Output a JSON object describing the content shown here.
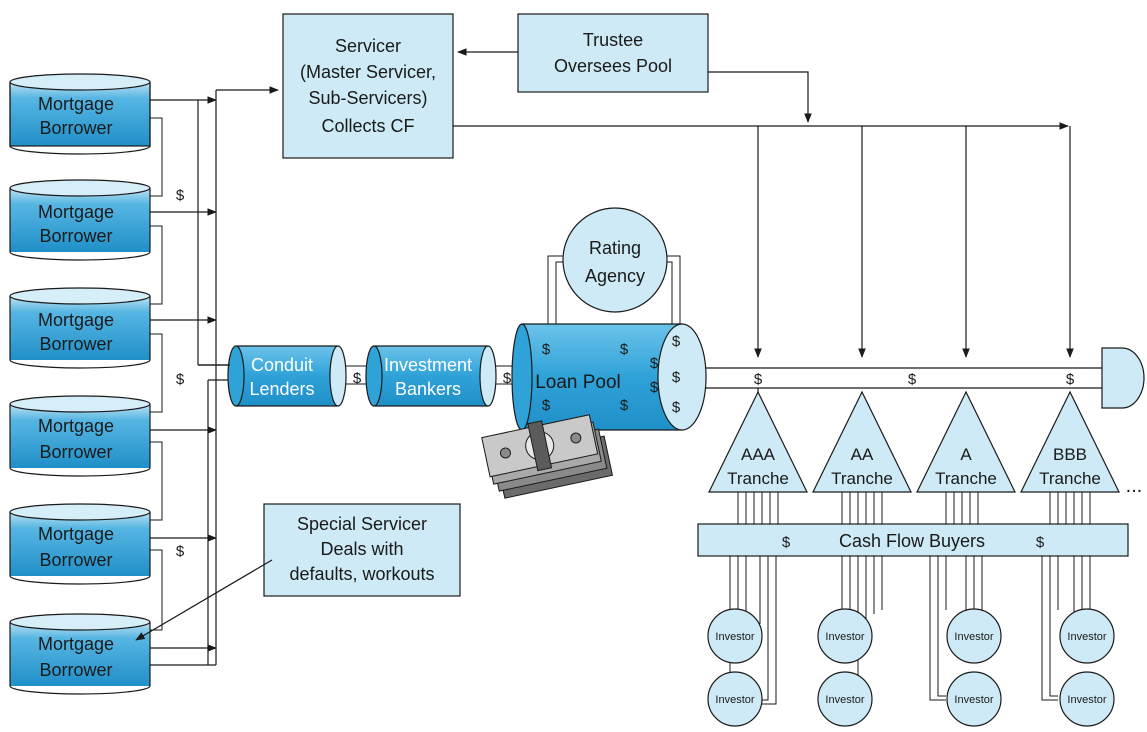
{
  "borrower_label": [
    "Mortgage",
    "Borrower"
  ],
  "servicer": [
    "Servicer",
    "(Master Servicer,",
    "Sub-Servicers)",
    "Collects CF"
  ],
  "trustee": [
    "Trustee",
    "Oversees Pool"
  ],
  "special_servicer": [
    "Special Servicer",
    "Deals with",
    "defaults, workouts"
  ],
  "rating_agency": [
    "Rating",
    "Agency"
  ],
  "conduit": [
    "Conduit",
    "Lenders"
  ],
  "investment": [
    "Investment",
    "Bankers"
  ],
  "loan_pool": "Loan Pool",
  "tranches": [
    {
      "rating": "AAA",
      "label": "Tranche"
    },
    {
      "rating": "AA",
      "label": "Tranche"
    },
    {
      "rating": "A",
      "label": "Tranche"
    },
    {
      "rating": "BBB",
      "label": "Tranche"
    }
  ],
  "ellipsis": "...",
  "cash_flow_buyers": "Cash Flow Buyers",
  "dollar": "$",
  "investor": "Investor",
  "colors": {
    "fill": "#cdeaf6",
    "cylinder_dark": "#1f8fc8",
    "cylinder_light": "#bfe3f3",
    "stroke": "#1a1a1a"
  }
}
